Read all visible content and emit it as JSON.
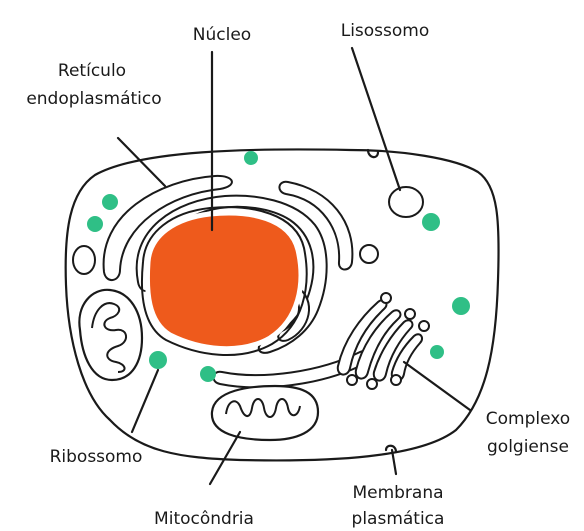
{
  "labels": {
    "nucleo": "Núcleo",
    "lisossomo": "Lisossomo",
    "reticulo_1": "Retículo",
    "reticulo_2": "endoplasmático",
    "ribossomo": "Ribossomo",
    "mitocondria": "Mitocôndria",
    "membrana_1": "Membrana",
    "membrana_2": "plasmática",
    "complexo_1": "Complexo",
    "complexo_2": "golgiense"
  },
  "colors": {
    "cytoplasm": "#6fdcb4",
    "nucleus": "#ee5a1c",
    "ribosome": "#2fbf86",
    "organelle_fill": "#ffffff",
    "outline": "#1a1a1a"
  }
}
